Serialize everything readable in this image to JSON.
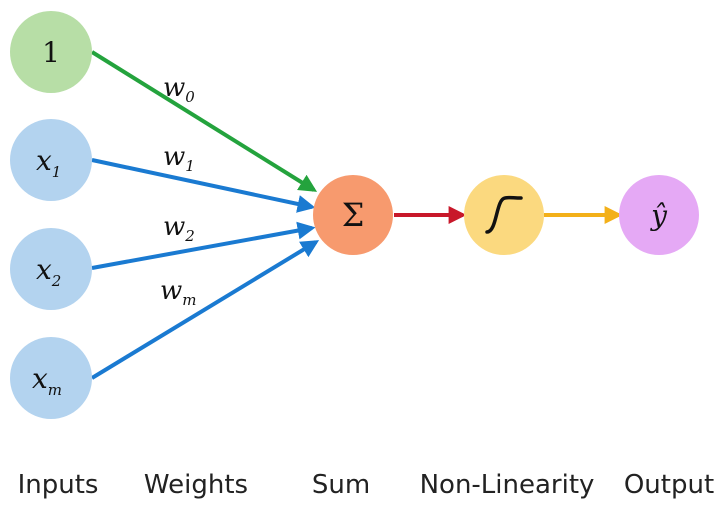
{
  "colors": {
    "bias_node": "#b7dea6",
    "input_node": "#b3d3ef",
    "sum_node": "#f79a6e",
    "activation_node": "#fbd97f",
    "output_node": "#e5a9f5",
    "bias_edge": "#24a33d",
    "input_edge": "#1a7ad1",
    "sum_edge": "#c8182a",
    "activation_edge": "#f3b019"
  },
  "nodes": {
    "bias": {
      "label": "1",
      "icon": "bias-constant"
    },
    "inputs": [
      {
        "base": "x",
        "sub": "1"
      },
      {
        "base": "x",
        "sub": "2"
      },
      {
        "base": "x",
        "sub": "m"
      }
    ],
    "sum": {
      "symbol": "Σ",
      "icon": "sigma-summation"
    },
    "activation": {
      "icon": "sigmoid-curve-icon"
    },
    "output": {
      "base": "ŷ"
    }
  },
  "weights": [
    {
      "base": "w",
      "sub": "0"
    },
    {
      "base": "w",
      "sub": "1"
    },
    {
      "base": "w",
      "sub": "2"
    },
    {
      "base": "w",
      "sub": "m"
    }
  ],
  "column_labels": [
    "Inputs",
    "Weights",
    "Sum",
    "Non-Linearity",
    "Output"
  ]
}
